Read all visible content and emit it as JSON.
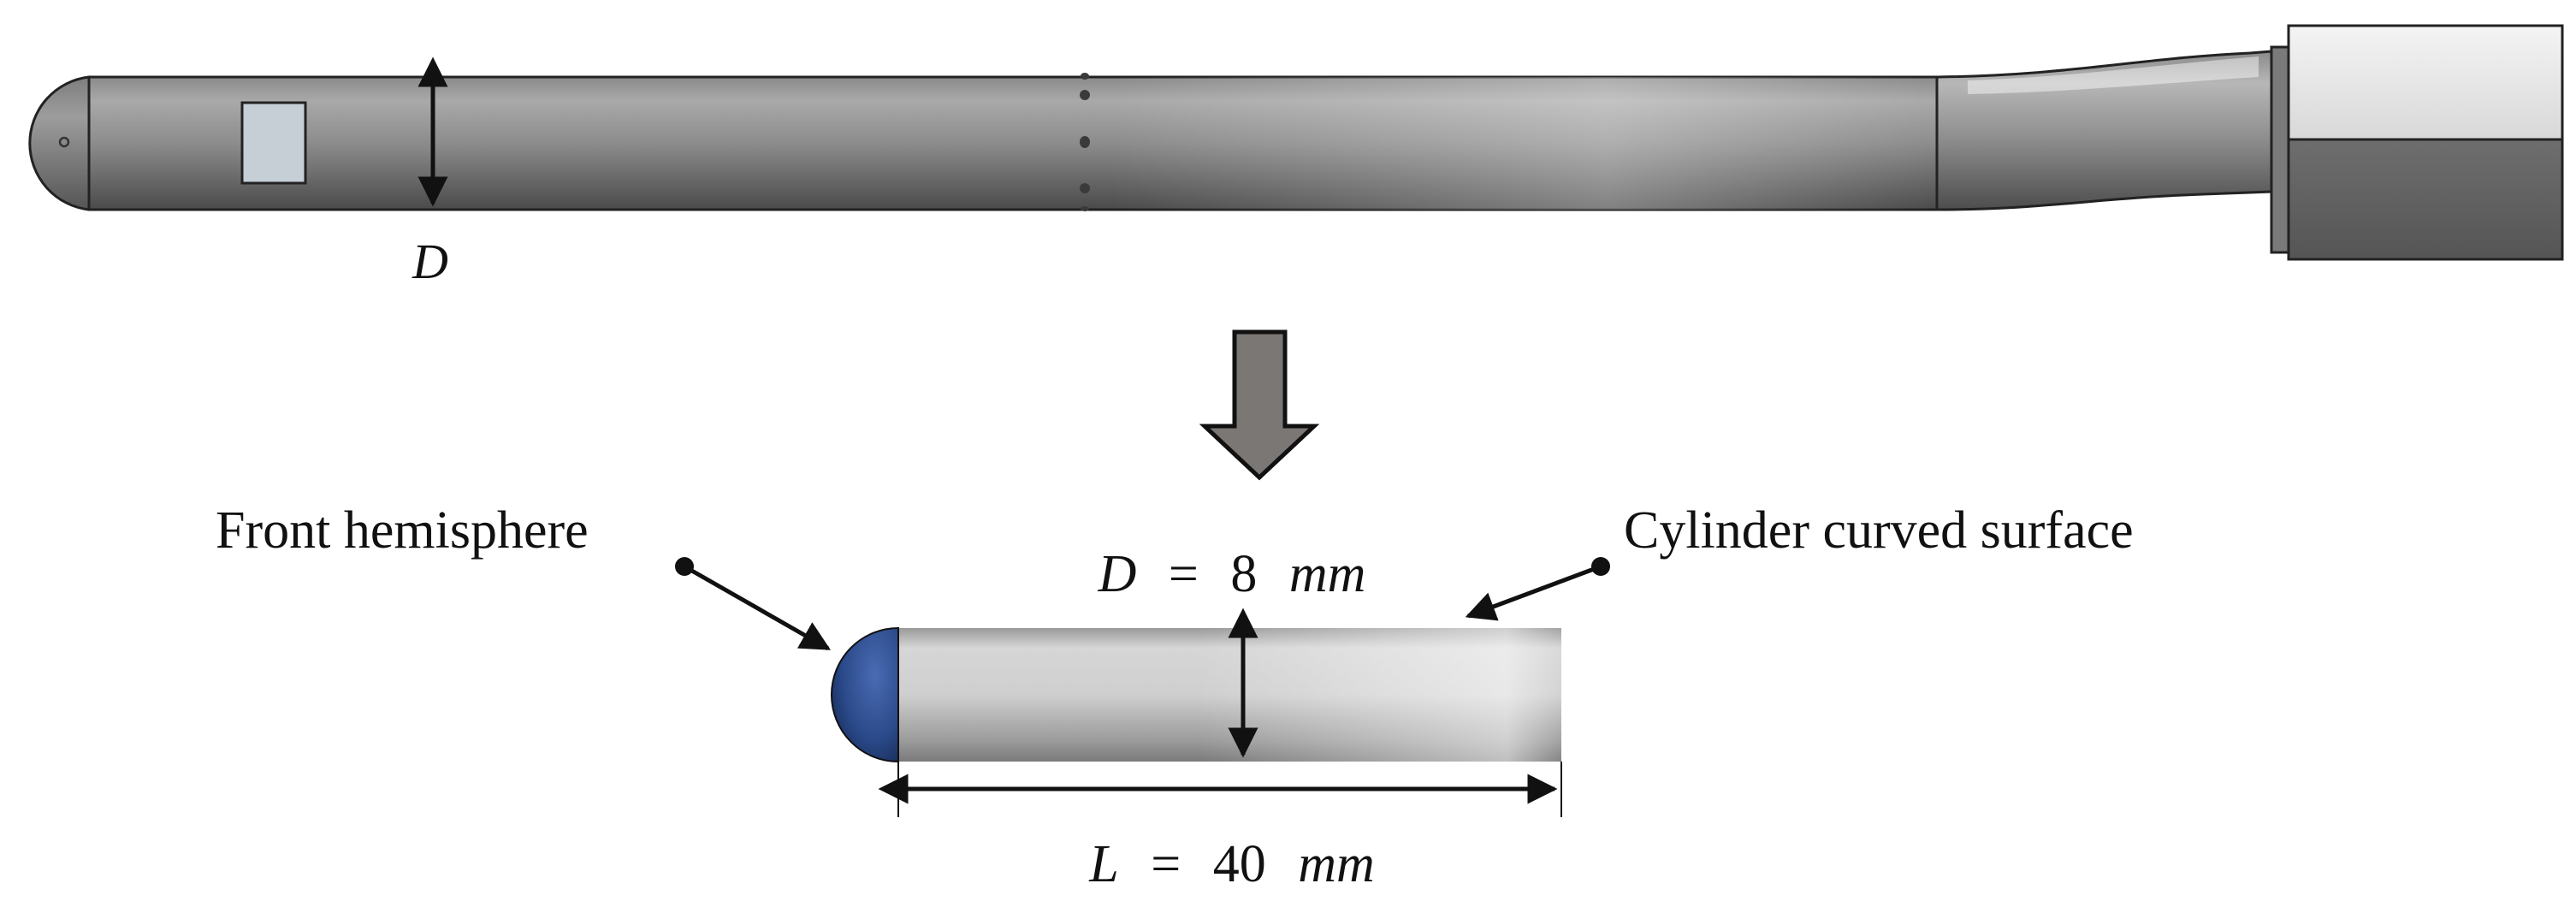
{
  "labels": {
    "front_hemisphere": "Front hemisphere",
    "cylinder_surface": "Cylinder curved surface"
  },
  "dimensions": {
    "d_symbol": "D",
    "d_equation": {
      "symbol": "D",
      "equals": "=",
      "value": "8",
      "unit": "mm"
    },
    "l_equation": {
      "symbol": "L",
      "equals": "=",
      "value": "40",
      "unit": "mm"
    }
  },
  "colors": {
    "body_gray": "#8f8f8f",
    "highlight": "#f2f2f2",
    "hemisphere_blue": "#2c4a86",
    "arrow_gray": "#7b7775",
    "outline": "#111111"
  }
}
